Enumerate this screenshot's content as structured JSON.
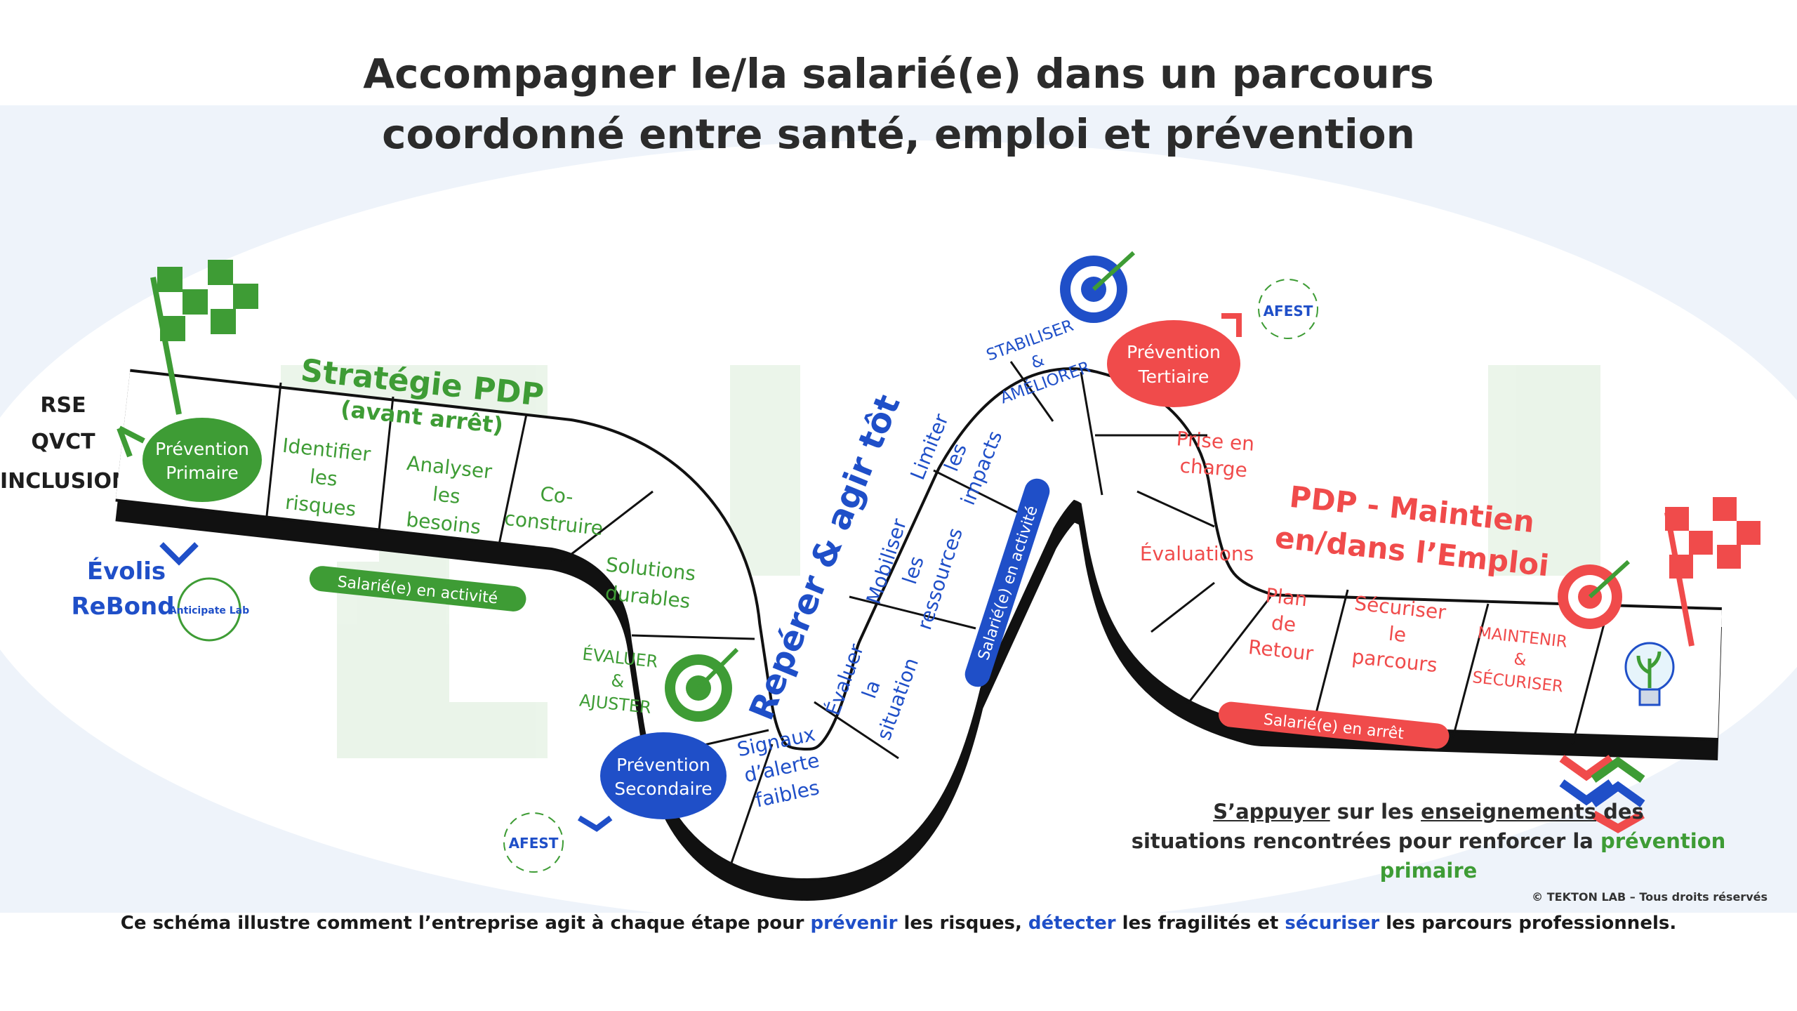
{
  "title_line1": "Accompagner le/la salarié(e) dans un parcours",
  "title_line2": "coordonné entre santé, emploi et prévention",
  "left_labels": [
    "RSE",
    "QVCT",
    "INCLUSION"
  ],
  "logos": {
    "evolis": "Évolis",
    "rebond": "ReBond",
    "anticipate": "Anticipate Lab",
    "afest": "AFEST",
    "watermark": "TEKTON LAB"
  },
  "sections": {
    "strategie_title": "Stratégie PDP",
    "strategie_sub": "(avant arrêt)",
    "reperer_title": "Repérer & agir tôt",
    "pdp_line1": "PDP - Maintien",
    "pdp_line2": "en/dans l’Emploi"
  },
  "badges": {
    "primaire": [
      "Prévention",
      "Primaire"
    ],
    "secondaire": [
      "Prévention",
      "Secondaire"
    ],
    "tertiaire": [
      "Prévention",
      "Tertiaire"
    ]
  },
  "tiles": {
    "identifier": [
      "Identifier",
      "les",
      "risques"
    ],
    "analyser": [
      "Analyser",
      "les",
      "besoins"
    ],
    "coconstruire": [
      "Co-",
      "construire"
    ],
    "solutions": [
      "Solutions",
      "durables"
    ],
    "evaluer_ajuster": [
      "ÉVALUER",
      "&",
      "AJUSTER"
    ],
    "signaux": [
      "Signaux",
      "d’alerte",
      "faibles"
    ],
    "evaluer_situation": [
      "Évaluer",
      "la",
      "situation"
    ],
    "mobiliser": [
      "Mobiliser",
      "les",
      "ressources"
    ],
    "limiter": [
      "Limiter",
      "les",
      "impacts"
    ],
    "stabiliser": [
      "STABILISER",
      "&",
      "AMÉLIORER"
    ],
    "prise": [
      "Prise en",
      "charge"
    ],
    "evaluations": [
      "Évaluations"
    ],
    "plan": [
      "Plan",
      "de",
      "Retour"
    ],
    "securiser": [
      "Sécuriser",
      "le",
      "parcours"
    ],
    "maintenir": [
      "MAINTENIR",
      "&",
      "SÉCURISER"
    ]
  },
  "pills": {
    "activite1": "Salarié(e) en activité",
    "activite2": "Salarié(e) en activité",
    "arret": "Salarié(e) en arrêt"
  },
  "lesson_line1_u1": "S’appuyer",
  "lesson_line1_mid": " sur les ",
  "lesson_line1_u2": "enseignements",
  "lesson_line1_end": " des",
  "lesson_line2_start": "situations rencontrées pour renforcer la ",
  "lesson_line2_green": "prévention primaire",
  "copyright": "© TEKTON LAB – Tous droits réservés",
  "footer": {
    "p1": "Ce schéma illustre comment l’entreprise agit à chaque étape pour ",
    "w1": "prévenir",
    "p2": " les risques, ",
    "w2": "détecter",
    "p3": " les fragilités et ",
    "w3": "sécuriser",
    "p4": " les parcours professionnels."
  },
  "colors": {
    "green": "#3e9c35",
    "blue": "#1f4fc8",
    "red": "#f04b4b",
    "dark": "#111111"
  }
}
